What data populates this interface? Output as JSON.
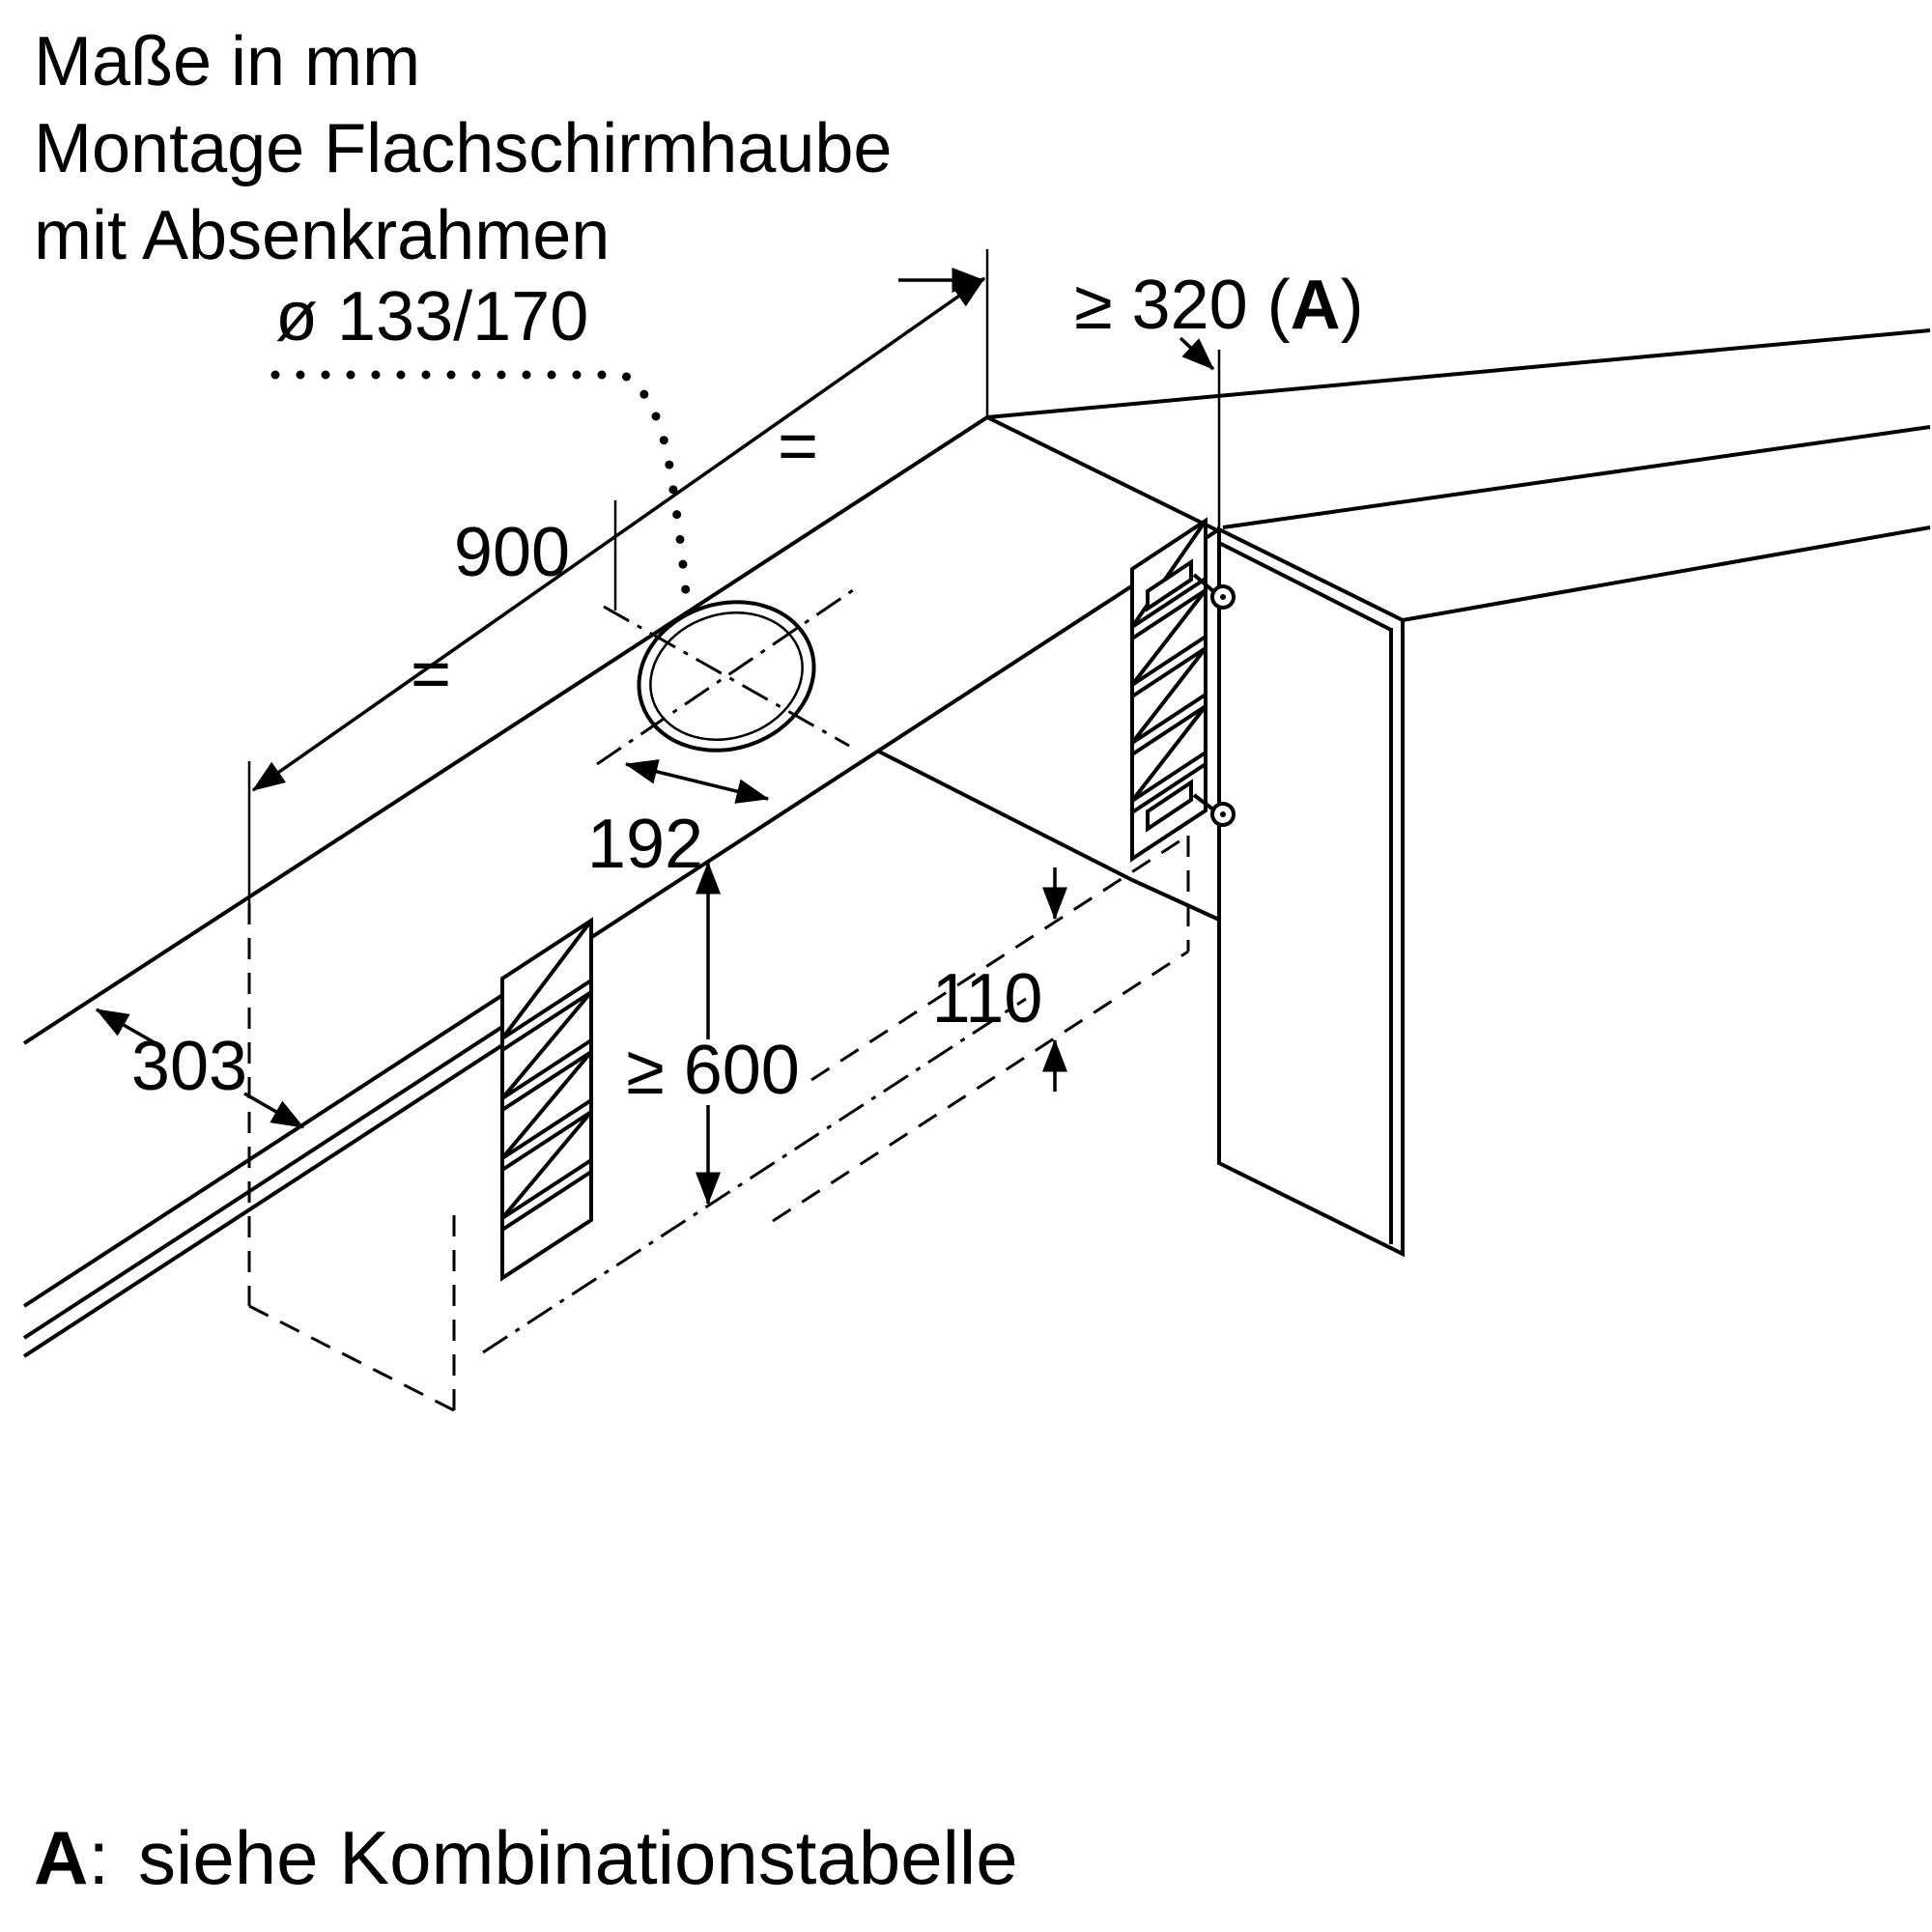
{
  "title": {
    "line1": "Maße in mm",
    "line2": "Montage Flachschirmhaube",
    "line3": "mit Absenkrahmen"
  },
  "dimensions": {
    "hole_diameter": "ø 133/170",
    "depth_min_pre": "≥ 320 (",
    "depth_min_label": "A",
    "depth_min_post": ")",
    "width": "900",
    "equal_left": "=",
    "equal_right": "=",
    "hole_offset": "192",
    "side_depth": "303",
    "clearance": "110",
    "height_min": "≥ 600"
  },
  "footnote": {
    "label": "A",
    "separator": ":",
    "text": "siehe Kombinationstabelle"
  },
  "colors": {
    "line": "#000000",
    "background": "#ffffff"
  }
}
